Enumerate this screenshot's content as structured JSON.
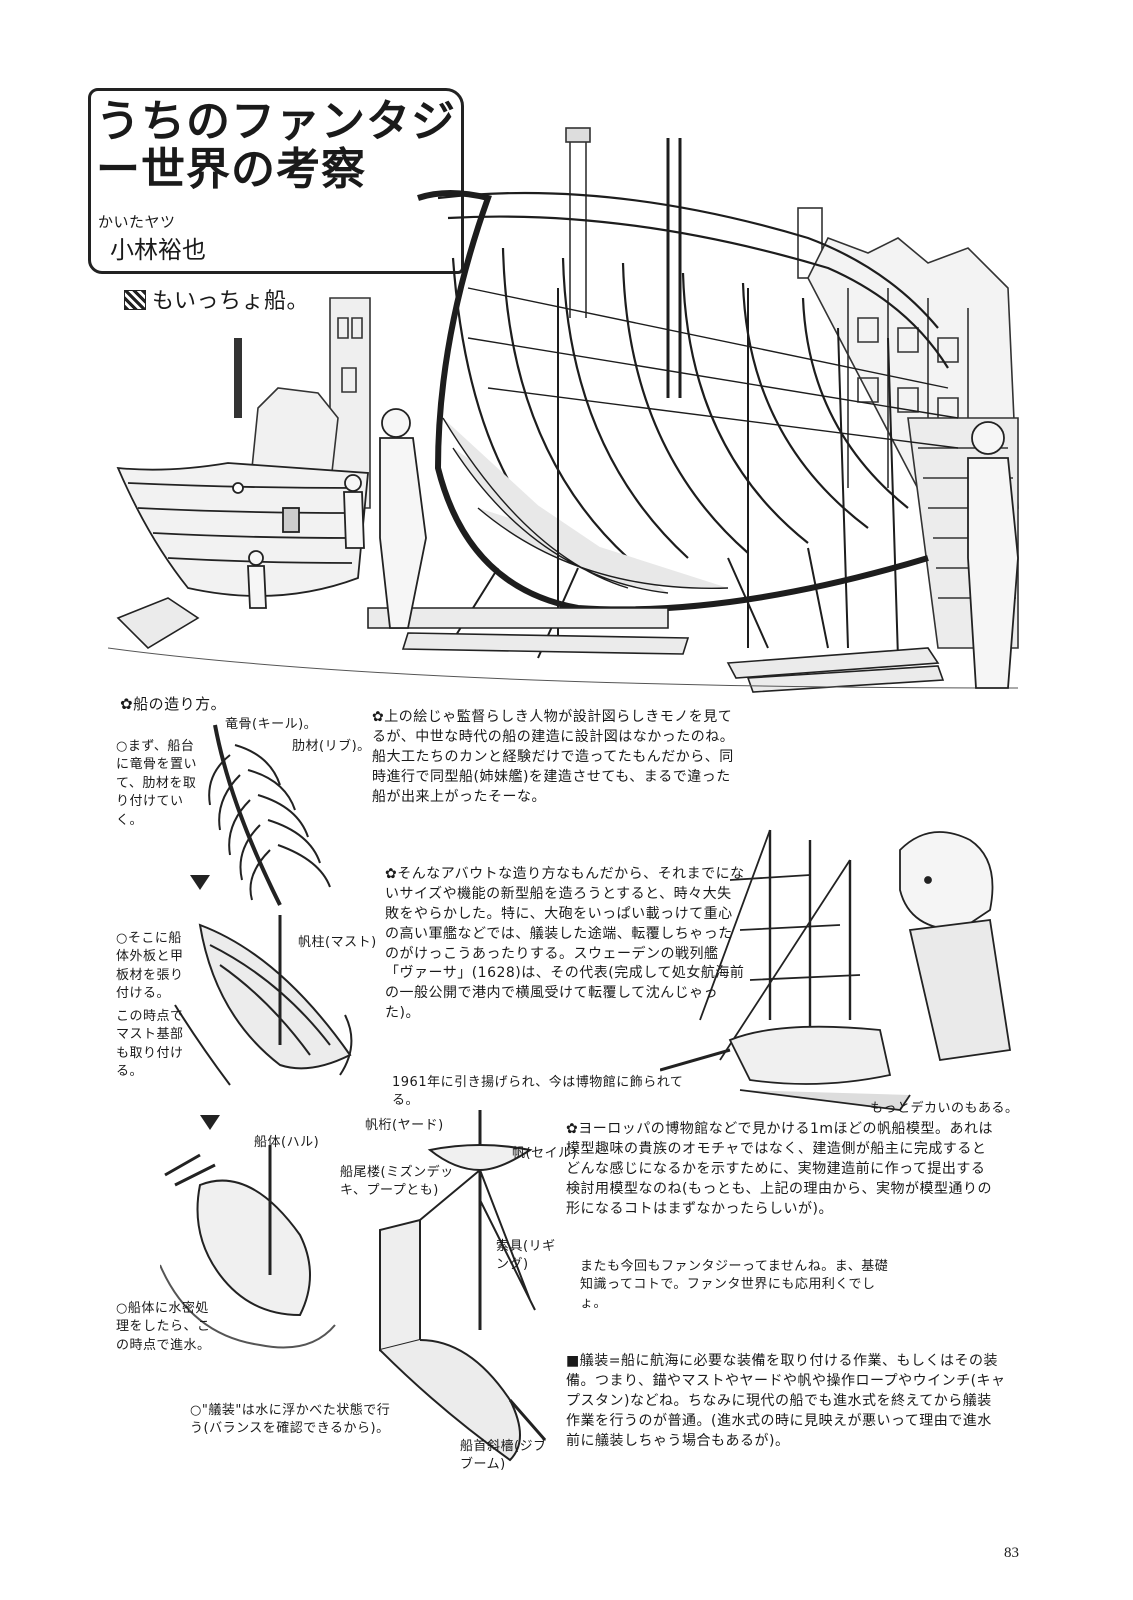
{
  "title": {
    "line1": "うちのファンタジー世界の考察",
    "author_tag": "かいたヤツ",
    "author": "小林裕也"
  },
  "section_heading": "もいっちょ船。",
  "construction": {
    "heading": "✿船の造り方。",
    "labels": {
      "keel": "竜骨(キール)。",
      "ribs": "肋材(リブ)。",
      "mast": "帆柱(マスト)",
      "hull": "船体(ハル)",
      "yard": "帆桁(ヤード)",
      "sail": "帆(セイル)",
      "stern_castle": "船尾楼(ミズンデッキ、プープとも)",
      "rigging": "索具(リギング)",
      "jibboom": "船首斜檣(ジブブーム)"
    },
    "steps": {
      "step1": "○まず、船台に竜骨を置いて、肋材を取り付けていく。",
      "step2": "○そこに船体外板と甲板材を張り付ける。",
      "step2b": "この時点でマスト基部も取り付ける。",
      "step3": "○船体に水密処理をしたら、この時点で進水。",
      "step4": "○\"艤装\"は水に浮かべた状態で行う(バランスを確認できるから)。"
    }
  },
  "notes": {
    "note1": "✿上の絵じゃ監督らしき人物が設計図らしきモノを見てるが、中世な時代の船の建造に設計図はなかったのね。船大工たちのカンと経験だけで造ってたもんだから、同時進行で同型船(姉妹艦)を建造させても、まるで違った船が出来上がったそーな。",
    "note2": "✿そんなアバウトな造り方なもんだから、それまでにないサイズや機能の新型船を造ろうとすると、時々大失敗をやらかした。特に、大砲をいっぱい載っけて重心の高い軍艦などでは、艤装した途端、転覆しちゃったのがけっこうあったりする。スウェーデンの戦列艦「ヴァーサ」(1628)は、その代表(完成して処女航海前の一般公開で港内で横風受けて転覆して沈んじゃった)。",
    "note2_sub": "1961年に引き揚げられ、今は博物館に飾られてる。",
    "note3_tag": "もっとデカいのもある。",
    "note3": "✿ヨーロッパの博物館などで見かける1mほどの帆船模型。あれは模型趣味の貴族のオモチャではなく、建造側が船主に完成するとどんな感じになるかを示すために、実物建造前に作って提出する検討用模型なのね(もっとも、上記の理由から、実物が模型通りの形になるコトはまずなかったらしいが)。",
    "note4": "またも今回もファンタジーってませんね。ま、基礎知識ってコトで。ファンタ世界にも応用利くでしょ。",
    "gisou": "■艤装=船に航海に必要な装備を取り付ける作業、もしくはその装備。つまり、錨やマストやヤードや帆や操作ロープやウインチ(キャプスタン)などね。ちなみに現代の船でも進水式を終えてから艤装作業を行うのが普通。(進水式の時に見映えが悪いって理由で進水前に艤装しちゃう場合もあるが)。"
  },
  "page_number": "83"
}
